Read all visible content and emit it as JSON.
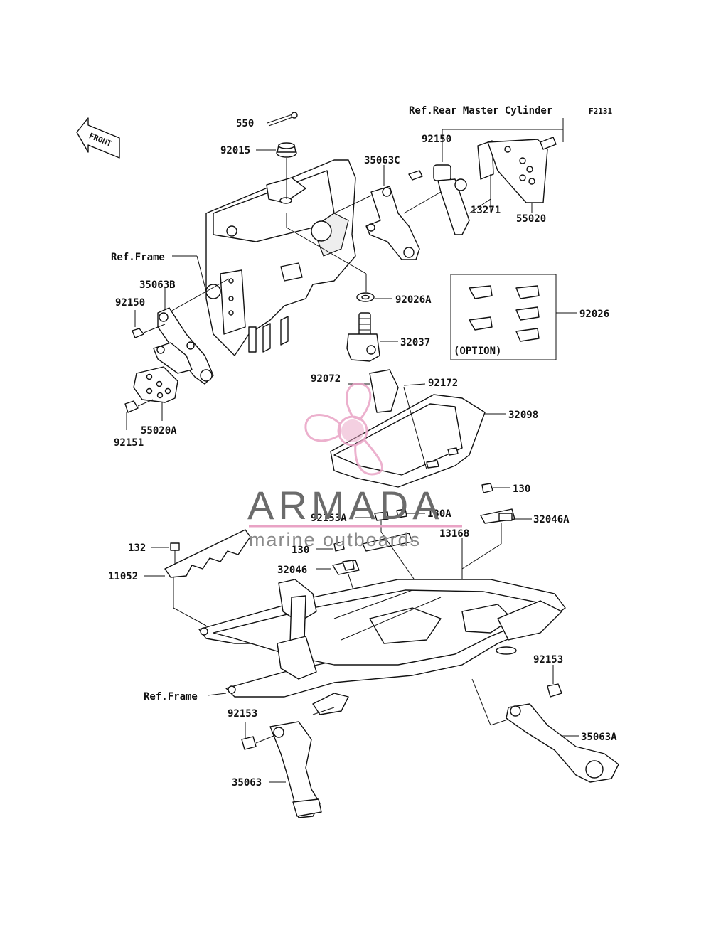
{
  "diagram": {
    "code": "F2131",
    "front_label": "FRONT",
    "option_label": "(OPTION)",
    "refs": {
      "rear_master_cylinder": "Ref.Rear Master Cylinder",
      "frame_upper": "Ref.Frame",
      "frame_lower": "Ref.Frame"
    },
    "parts": {
      "p550": "550",
      "p92015": "92015",
      "p92150_top": "92150",
      "p35063C": "35063C",
      "p13271": "13271",
      "p55020": "55020",
      "p35063B": "35063B",
      "p92150_left": "92150",
      "p55020A": "55020A",
      "p92151": "92151",
      "p92026A": "92026A",
      "p92026": "92026",
      "p32037": "32037",
      "p92072": "92072",
      "p92172": "92172",
      "p32098": "32098",
      "p130_right": "130",
      "p92153A": "92153A",
      "p130A": "130A",
      "p32046A": "32046A",
      "p13168": "13168",
      "p132": "132",
      "p11052": "11052",
      "p130_left": "130",
      "p32046": "32046",
      "p92153_right": "92153",
      "p35063A": "35063A",
      "p92153_left": "92153",
      "p35063": "35063"
    }
  },
  "watermark": {
    "title": "ARMADA",
    "subtitle": "marine outboards",
    "accent": "#e9a3c5"
  }
}
